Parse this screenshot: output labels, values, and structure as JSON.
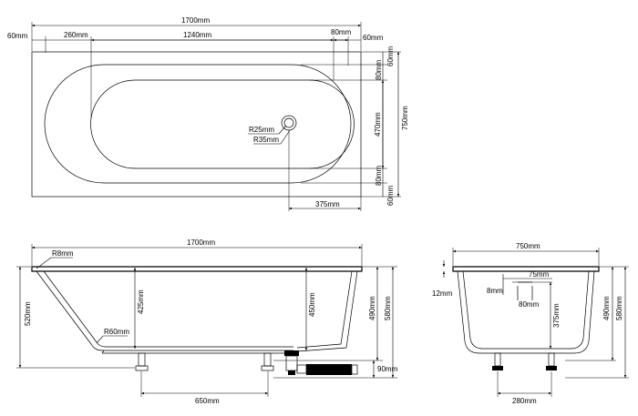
{
  "top_view": {
    "overall_length": "1700mm",
    "left_margin": "60mm",
    "left_radius_offset": "260mm",
    "inner_length": "1240mm",
    "right_offset": "80mm",
    "right_margin": "60mm",
    "top_rim": "60mm",
    "top_offset": "80mm",
    "inner_width": "470mm",
    "overall_width": "750mm",
    "bottom_offset": "80mm",
    "bottom_rim": "60mm",
    "drain_r1": "R25mm",
    "drain_r2": "R35mm",
    "drain_offset": "375mm"
  },
  "side_view": {
    "length": "1700mm",
    "rim_radius": "R8mm",
    "inner_radius": "R60mm",
    "height_left": "520mm",
    "depth_425": "425mm",
    "depth_450": "450mm",
    "height_490": "490mm",
    "height_580": "580mm",
    "foot_height": "90mm",
    "leg_spacing": "650mm"
  },
  "end_view": {
    "width": "750mm",
    "rim_thickness": "12mm",
    "slot_width": "75mm",
    "slot_height": "8mm",
    "slot_depth": "80mm",
    "inner_depth": "375mm",
    "height_490": "490mm",
    "height_580": "580mm",
    "leg_spacing": "280mm"
  }
}
